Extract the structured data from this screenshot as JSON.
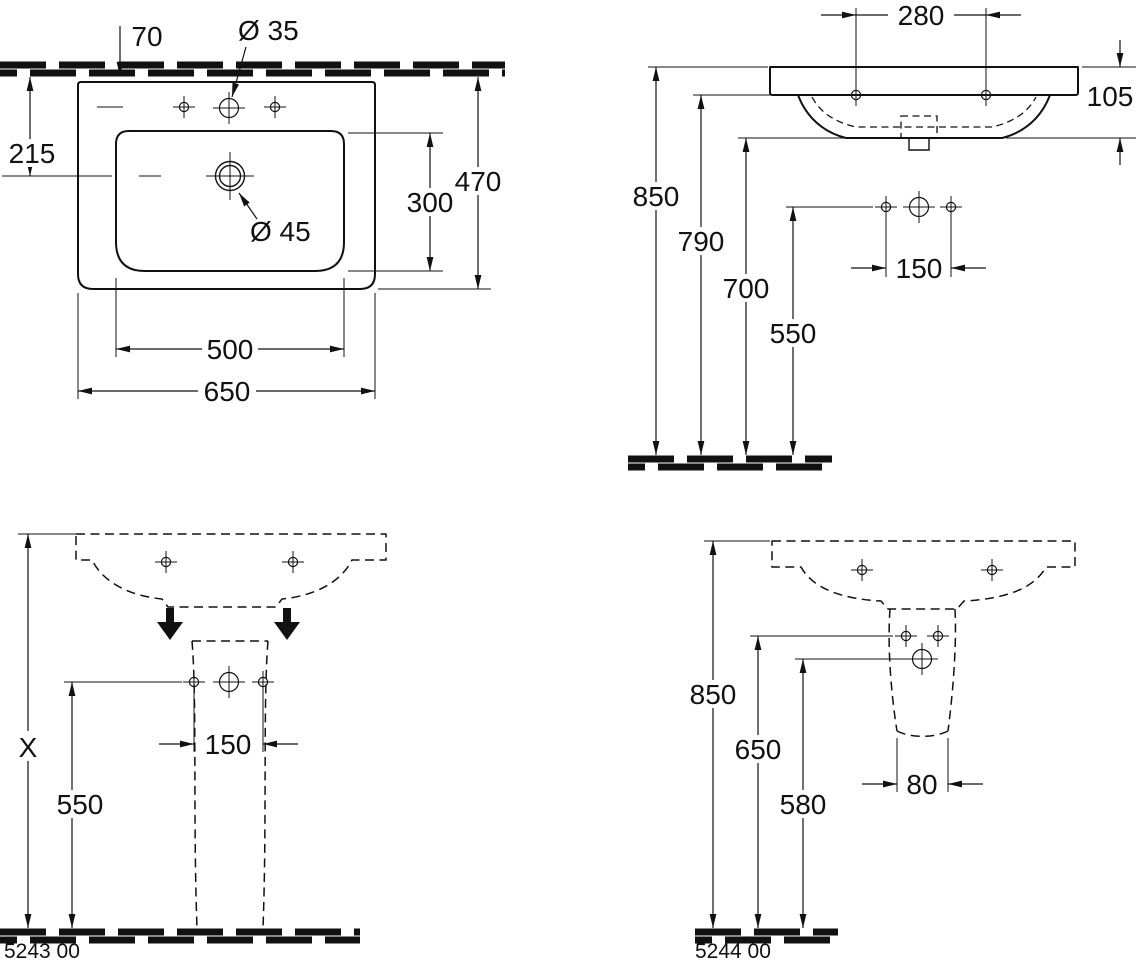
{
  "views": {
    "plan": {
      "dim_70": "70",
      "dia_tap": "Ø 35",
      "dim_215": "215",
      "dim_300": "300",
      "dim_470": "470",
      "dia_drain": "Ø 45",
      "dim_500": "500",
      "dim_650": "650"
    },
    "front": {
      "dim_280": "280",
      "dim_105": "105",
      "dim_850": "850",
      "dim_790": "790",
      "dim_700": "700",
      "dim_550": "550",
      "dim_150": "150"
    },
    "pedestal": {
      "dim_x": "X",
      "dim_550": "550",
      "dim_150": "150",
      "model": "5243 00"
    },
    "half_pedestal": {
      "dim_850": "850",
      "dim_650": "650",
      "dim_580": "580",
      "dim_80": "80",
      "model": "5244 00"
    }
  },
  "colors": {
    "ink": "#111111",
    "paper": "#ffffff"
  }
}
